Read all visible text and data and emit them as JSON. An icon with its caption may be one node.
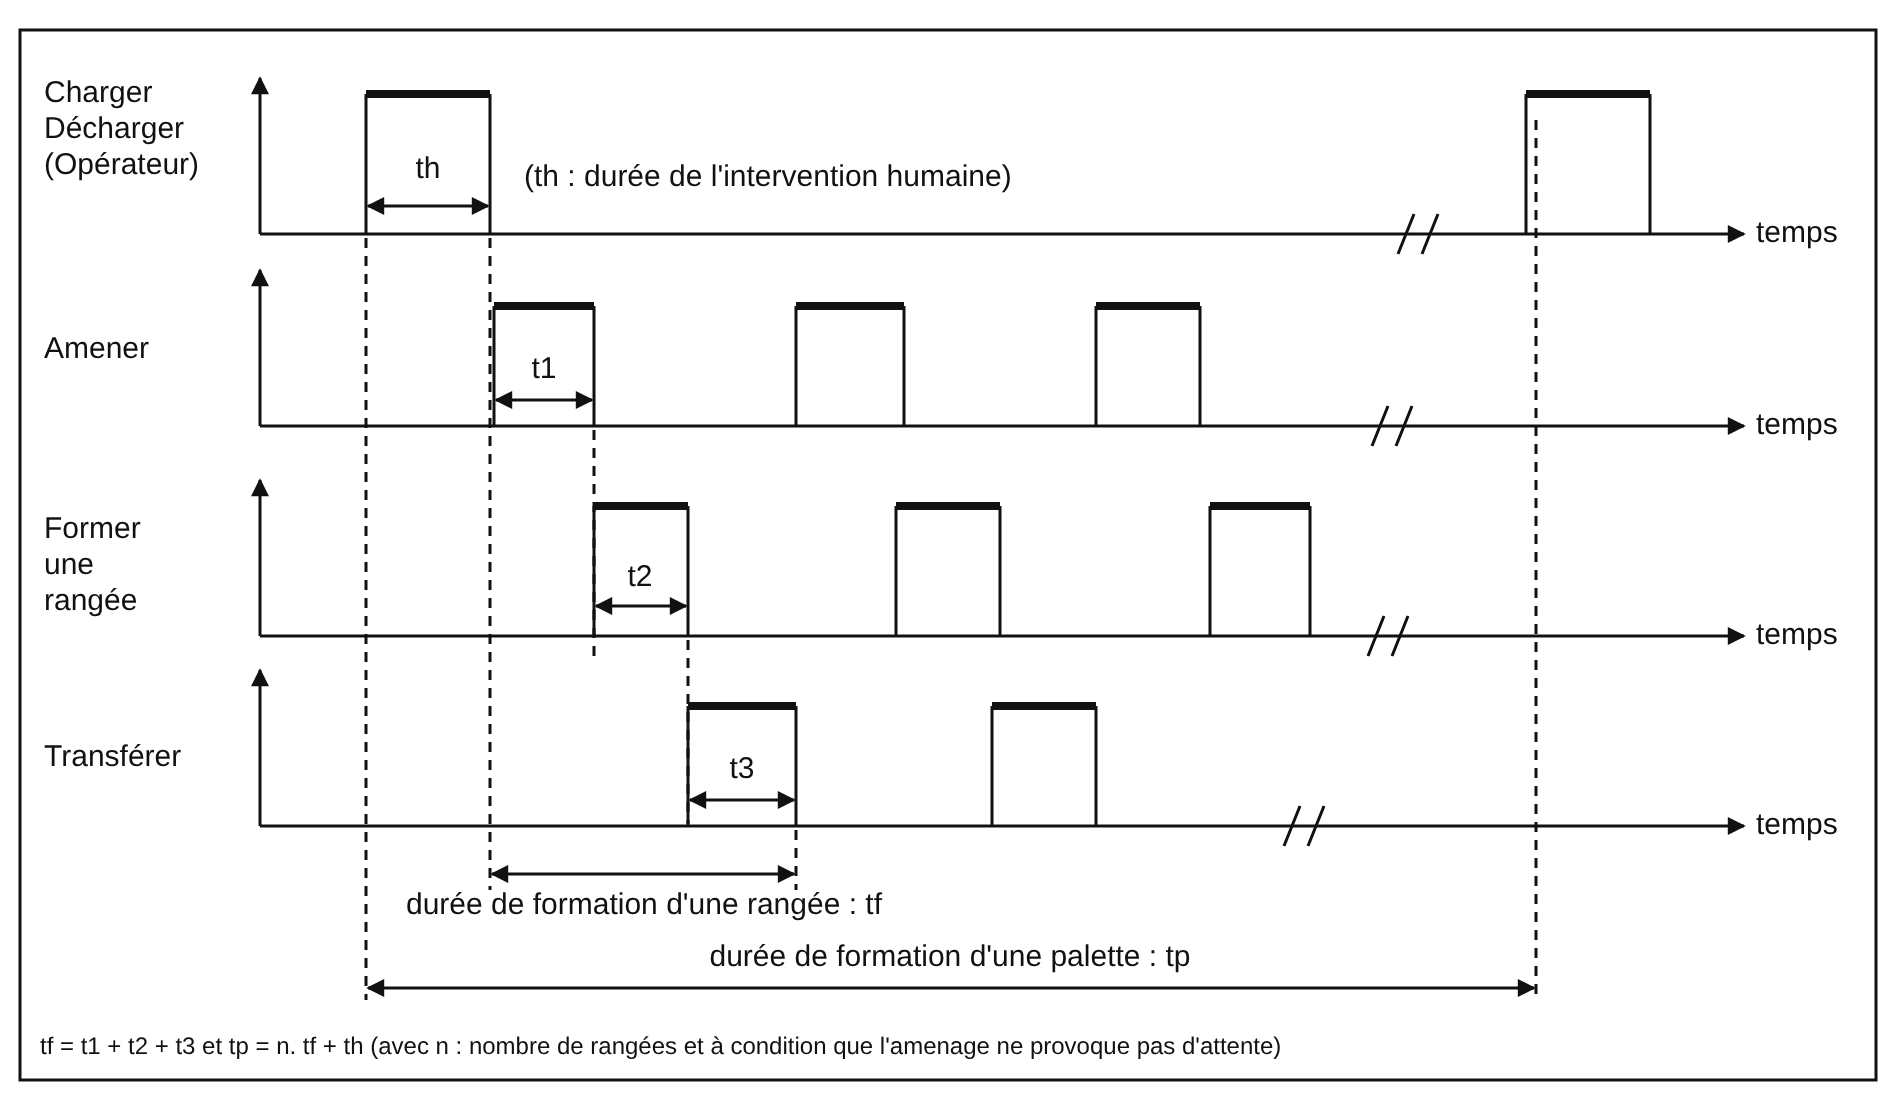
{
  "diagram": {
    "labels": [
      "Charger Décharger (Opérateur)",
      "th",
      "(th : durée de l'intervention humaine)",
      "temps",
      "Amener",
      "t1",
      "temps",
      "Former une rangée",
      "t2",
      "temps",
      "Transférer",
      "t3",
      "temps",
      "durée de formation d'une rangée : tf",
      "durée de formation d'une palette : tp",
      "tf = t1 + t2 + t3 et tp = n. tf + th (avec n : nombre de rangées et à condition que l'amenage ne provoque pas d'attente)"
    ]
  }
}
